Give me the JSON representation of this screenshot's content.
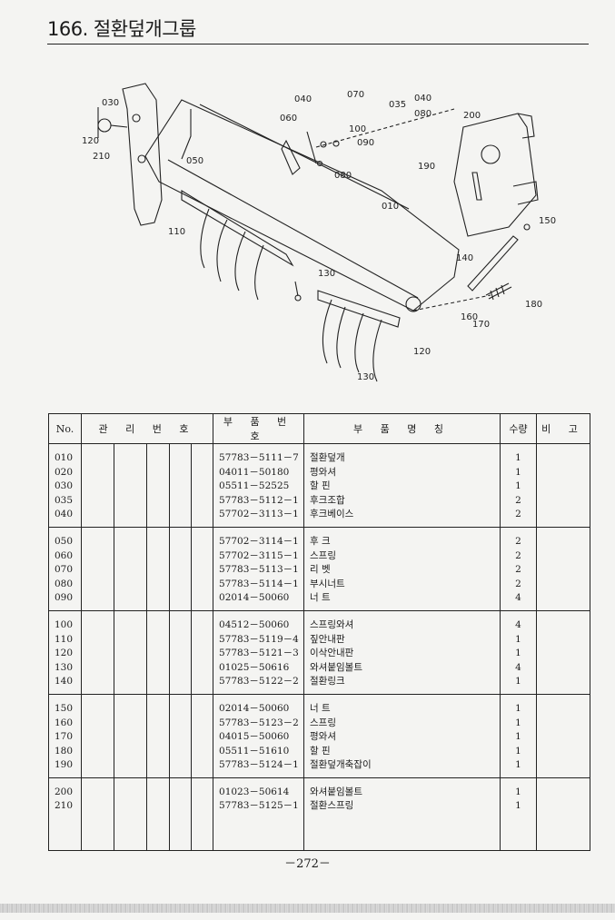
{
  "header": {
    "title": "166. 절환덮개그룹"
  },
  "diagram": {
    "callouts": [
      "030",
      "120",
      "210",
      "050",
      "110",
      "040",
      "070",
      "060",
      "100",
      "090",
      "080",
      "035",
      "040",
      "080",
      "200",
      "190",
      "010",
      "150",
      "140",
      "130",
      "160",
      "170",
      "180",
      "120",
      "130"
    ]
  },
  "table": {
    "headers": {
      "no": "No.",
      "mgmt": "관 리 번 호",
      "partno": "부 품 번 호",
      "name": "부 품 명 칭",
      "qty": "수량",
      "remark": "비 고"
    },
    "rows": [
      {
        "no": "010",
        "part": "57783－5111－7",
        "name": "절환덮개",
        "qty": "1"
      },
      {
        "no": "020",
        "part": "04011－50180",
        "name": "평와셔",
        "qty": "1"
      },
      {
        "no": "030",
        "part": "05511－52525",
        "name": "할 핀",
        "qty": "1"
      },
      {
        "no": "035",
        "part": "57783－5112－1",
        "name": "후크조합",
        "qty": "2"
      },
      {
        "no": "040",
        "part": "57702－3113－1",
        "name": "후크베이스",
        "qty": "2"
      },
      {
        "no": "050",
        "part": "57702－3114－1",
        "name": "후 크",
        "qty": "2"
      },
      {
        "no": "060",
        "part": "57702－3115－1",
        "name": "스프링",
        "qty": "2"
      },
      {
        "no": "070",
        "part": "57783－5113－1",
        "name": "리 벳",
        "qty": "2"
      },
      {
        "no": "080",
        "part": "57783－5114－1",
        "name": "부시너트",
        "qty": "2"
      },
      {
        "no": "090",
        "part": "02014－50060",
        "name": "너 트",
        "qty": "4"
      },
      {
        "no": "100",
        "part": "04512－50060",
        "name": "스프링와셔",
        "qty": "4"
      },
      {
        "no": "110",
        "part": "57783－5119－4",
        "name": "짚안내판",
        "qty": "1"
      },
      {
        "no": "120",
        "part": "57783－5121－3",
        "name": "이삭안내판",
        "qty": "1"
      },
      {
        "no": "130",
        "part": "01025－50616",
        "name": "와셔붙임볼트",
        "qty": "4"
      },
      {
        "no": "140",
        "part": "57783－5122－2",
        "name": "절환링크",
        "qty": "1"
      },
      {
        "no": "150",
        "part": "02014－50060",
        "name": "너 트",
        "qty": "1"
      },
      {
        "no": "160",
        "part": "57783－5123－2",
        "name": "스프링",
        "qty": "1"
      },
      {
        "no": "170",
        "part": "04015－50060",
        "name": "평와셔",
        "qty": "1"
      },
      {
        "no": "180",
        "part": "05511－51610",
        "name": "할 핀",
        "qty": "1"
      },
      {
        "no": "190",
        "part": "57783－5124－1",
        "name": "절환덮개축잡이",
        "qty": "1"
      },
      {
        "no": "200",
        "part": "01023－50614",
        "name": "와셔붙임볼트",
        "qty": "1"
      },
      {
        "no": "210",
        "part": "57783－5125－1",
        "name": "절환스프링",
        "qty": "1"
      }
    ]
  },
  "footer": {
    "page": "－272－"
  }
}
